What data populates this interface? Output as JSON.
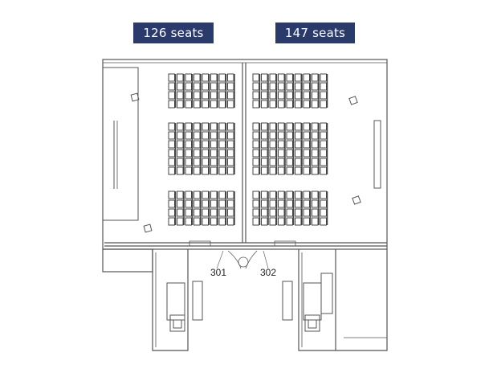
{
  "rooms": [
    {
      "id": "301",
      "seats_label": "126 seats",
      "room_label": "301"
    },
    {
      "id": "302",
      "seats_label": "147 seats",
      "room_label": "302"
    }
  ],
  "colors": {
    "badge_bg": "#2a3a6b",
    "badge_text": "#ffffff",
    "line": "#555555"
  }
}
